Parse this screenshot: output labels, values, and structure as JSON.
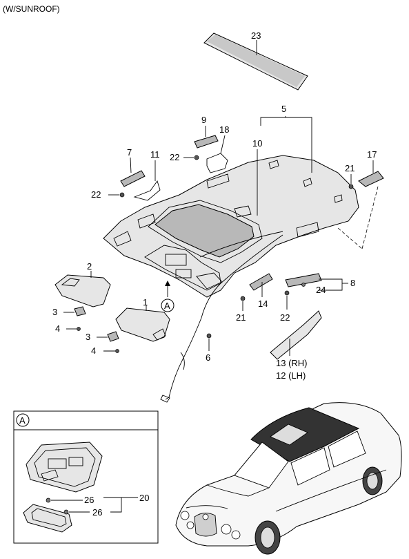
{
  "header": {
    "title": "(W/SUNROOF)"
  },
  "callout": {
    "letter": "A"
  },
  "inset": {
    "letter": "A"
  },
  "labels": {
    "p1": "1",
    "p2": "2",
    "p3a": "3",
    "p3b": "3",
    "p4a": "4",
    "p4b": "4",
    "p5": "5",
    "p6": "6",
    "p7": "7",
    "p8": "8",
    "p9": "9",
    "p10": "10",
    "p11": "11",
    "p12": "12 (LH)",
    "p13": "13 (RH)",
    "p14": "14",
    "p17": "17",
    "p18": "18",
    "p20": "20",
    "p21a": "21",
    "p21b": "21",
    "p22a": "22",
    "p22b": "22",
    "p22c": "22",
    "p23": "23",
    "p24": "24",
    "p26a": "26",
    "p26b": "26"
  }
}
